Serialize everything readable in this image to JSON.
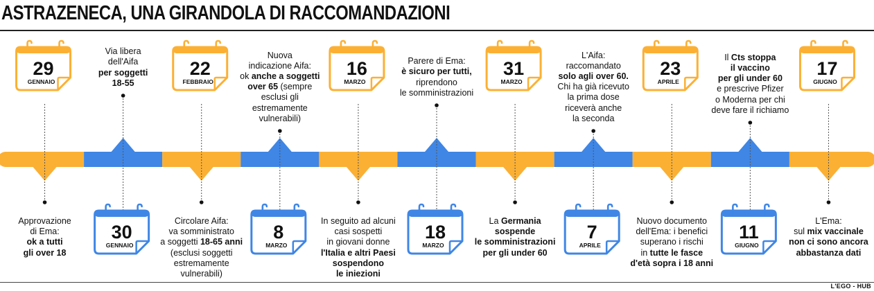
{
  "title": "ASTRAZENECA, UNA GIRANDOLA DI RACCOMANDAZIONI",
  "credit": "L'EGO - HUB",
  "colors": {
    "orange": "#fbb034",
    "blue": "#3f86e5",
    "text": "#111111"
  },
  "events": [
    {
      "position": "top",
      "color": "orange",
      "day": "29",
      "month": "GENNAIO",
      "text": [
        [
          [
            "Approvazione",
            0
          ]
        ],
        [
          [
            "di Ema:",
            0
          ]
        ],
        [
          [
            "ok a tutti",
            1
          ]
        ],
        [
          [
            "gli over 18",
            1
          ]
        ]
      ]
    },
    {
      "position": "bottom",
      "color": "blue",
      "day": "30",
      "month": "GENNAIO",
      "text": [
        [
          [
            "Via libera",
            0
          ]
        ],
        [
          [
            "dell'Aifa",
            0
          ]
        ],
        [
          [
            "per soggetti",
            1
          ]
        ],
        [
          [
            "18-55",
            1
          ]
        ]
      ]
    },
    {
      "position": "top",
      "color": "orange",
      "day": "22",
      "month": "FEBBRAIO",
      "text": [
        [
          [
            "Circolare Aifa:",
            0
          ]
        ],
        [
          [
            "va somministrato",
            0
          ]
        ],
        [
          [
            "a soggetti ",
            0
          ],
          [
            "18-65 anni",
            1
          ]
        ],
        [
          [
            "(esclusi soggetti",
            0
          ]
        ],
        [
          [
            "estremamente",
            0
          ]
        ],
        [
          [
            "vulnerabili)",
            0
          ]
        ]
      ]
    },
    {
      "position": "bottom",
      "color": "blue",
      "day": "8",
      "month": "MARZO",
      "text": [
        [
          [
            "Nuova",
            0
          ]
        ],
        [
          [
            "indicazione Aifa:",
            0
          ]
        ],
        [
          [
            "ok ",
            0
          ],
          [
            "anche a soggetti",
            1
          ]
        ],
        [
          [
            "over 65",
            1
          ],
          [
            " (sempre",
            0
          ]
        ],
        [
          [
            "esclusi gli",
            0
          ]
        ],
        [
          [
            "estremamente",
            0
          ]
        ],
        [
          [
            "vulnerabili)",
            0
          ]
        ]
      ]
    },
    {
      "position": "top",
      "color": "orange",
      "day": "16",
      "month": "MARZO",
      "text": [
        [
          [
            "In seguito ad alcuni",
            0
          ]
        ],
        [
          [
            "casi sospetti",
            0
          ]
        ],
        [
          [
            "in giovani donne",
            0
          ]
        ],
        [
          [
            "l'Italia e altri Paesi",
            1
          ]
        ],
        [
          [
            "sospendono",
            1
          ]
        ],
        [
          [
            "le iniezioni",
            1
          ]
        ]
      ]
    },
    {
      "position": "bottom",
      "color": "blue",
      "day": "18",
      "month": "MARZO",
      "text": [
        [
          [
            "Parere di Ema:",
            0
          ]
        ],
        [
          [
            "è sicuro per tutti,",
            1
          ]
        ],
        [
          [
            "riprendono",
            0
          ]
        ],
        [
          [
            "le somministrazioni",
            0
          ]
        ]
      ]
    },
    {
      "position": "top",
      "color": "orange",
      "day": "31",
      "month": "MARZO",
      "text": [
        [
          [
            "La ",
            0
          ],
          [
            "Germania",
            1
          ]
        ],
        [
          [
            "sospende",
            1
          ]
        ],
        [
          [
            "le somministrazioni",
            1
          ]
        ],
        [
          [
            "per gli under 60",
            1
          ]
        ]
      ]
    },
    {
      "position": "bottom",
      "color": "blue",
      "day": "7",
      "month": "APRILE",
      "text": [
        [
          [
            "L'Aifa:",
            0
          ]
        ],
        [
          [
            "raccomandato",
            0
          ]
        ],
        [
          [
            "solo agli over 60.",
            1
          ]
        ],
        [
          [
            "Chi ha già ricevuto",
            0
          ]
        ],
        [
          [
            "la prima dose",
            0
          ]
        ],
        [
          [
            "riceverà anche",
            0
          ]
        ],
        [
          [
            "la seconda",
            0
          ]
        ]
      ]
    },
    {
      "position": "top",
      "color": "orange",
      "day": "23",
      "month": "APRILE",
      "text": [
        [
          [
            "Nuovo documento",
            0
          ]
        ],
        [
          [
            "dell'Ema: i benefici",
            0
          ]
        ],
        [
          [
            "superano i rischi",
            0
          ]
        ],
        [
          [
            "in ",
            0
          ],
          [
            "tutte le fasce",
            1
          ]
        ],
        [
          [
            "d'età sopra i 18 anni",
            1
          ]
        ]
      ]
    },
    {
      "position": "bottom",
      "color": "blue",
      "day": "11",
      "month": "GIUGNO",
      "text": [
        [
          [
            "Il ",
            0
          ],
          [
            "Cts stoppa",
            1
          ]
        ],
        [
          [
            "il vaccino",
            1
          ]
        ],
        [
          [
            "per gli under 60",
            1
          ]
        ],
        [
          [
            "e prescrive Pfizer",
            0
          ]
        ],
        [
          [
            "o Moderna per chi",
            0
          ]
        ],
        [
          [
            "deve fare il richiamo",
            0
          ]
        ]
      ]
    },
    {
      "position": "top",
      "color": "orange",
      "day": "17",
      "month": "GIUGNO",
      "text": [
        [
          [
            "L'Ema:",
            0
          ]
        ],
        [
          [
            "sul ",
            0
          ],
          [
            "mix vaccinale",
            1
          ]
        ],
        [
          [
            "non ci sono ancora",
            1
          ]
        ],
        [
          [
            "abbastanza dati",
            1
          ]
        ]
      ]
    }
  ]
}
